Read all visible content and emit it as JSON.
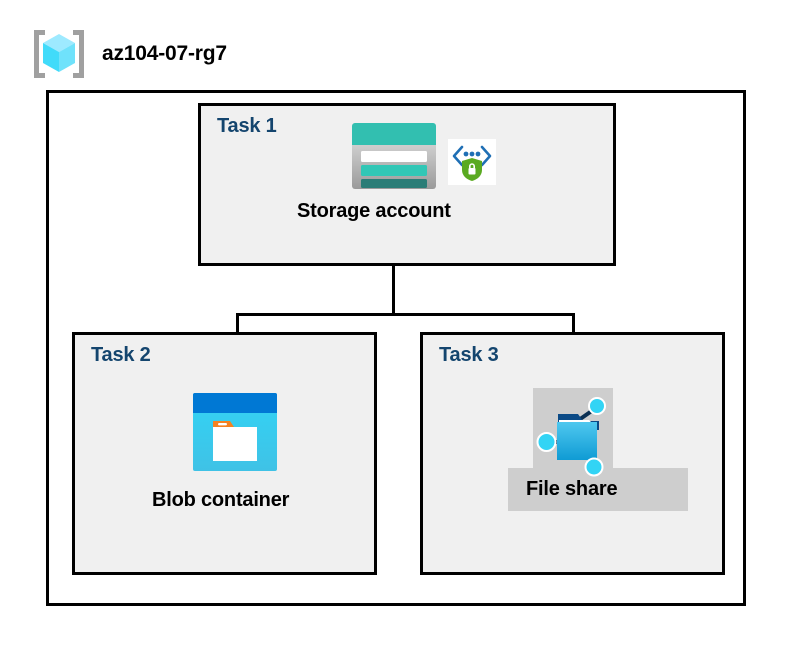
{
  "header": {
    "resource_group_icon": "resource-group-icon",
    "title": "az104-07-rg7"
  },
  "diagram": {
    "type": "azure-architecture-diagram",
    "container_label": "az104-07-rg7",
    "colors": {
      "task_label": "#14456e",
      "box_fill": "#f0f0f0",
      "box_border": "#000000",
      "canvas": "#ffffff",
      "highlight": "#cecece",
      "storage_teal": "#32bfb0",
      "storage_teal_dark": "#2b7d77",
      "blob_blue": "#0078d4",
      "blob_cyan": "#32d4f5",
      "fileshare_blue": "#32bfe8",
      "shield_green": "#5aaa21",
      "cube_cyan": "#41dbfa"
    },
    "nodes": [
      {
        "id": "task-1",
        "task_label": "Task 1",
        "node_label": "Storage account",
        "icons": [
          "storage-account-icon",
          "private-endpoint-icon"
        ]
      },
      {
        "id": "task-2",
        "task_label": "Task 2",
        "node_label": "Blob container",
        "icons": [
          "blob-container-icon"
        ]
      },
      {
        "id": "task-3",
        "task_label": "Task 3",
        "node_label": "File share",
        "icons": [
          "file-share-icon"
        ],
        "highlighted": true
      }
    ],
    "connectors": [
      {
        "from": "task-1",
        "to": "task-2"
      },
      {
        "from": "task-1",
        "to": "task-3"
      }
    ]
  }
}
